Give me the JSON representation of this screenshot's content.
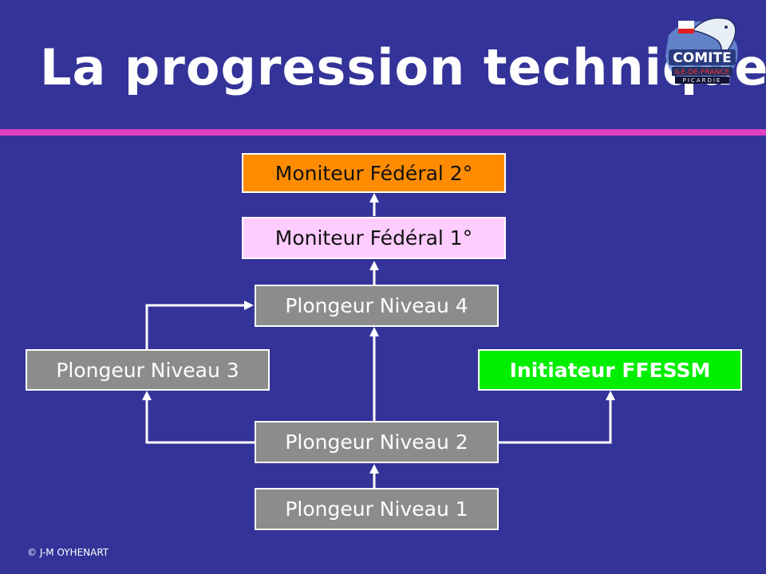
{
  "title": "La progression technique",
  "copyright": "© J-M OYHENART",
  "logo": {
    "icon": "dolphin-logo-icon",
    "text_main": "COMITE",
    "text_region": "ILE-DE-FRANCE",
    "text_sub": "PICARDIE"
  },
  "nodes": {
    "mf2": "Moniteur Fédéral 2°",
    "mf1": "Moniteur Fédéral 1°",
    "n4": "Plongeur Niveau 4",
    "n3": "Plongeur Niveau 3",
    "initiateur": "Initiateur FFESSM",
    "n2": "Plongeur Niveau 2",
    "n1": "Plongeur Niveau 1"
  },
  "colors": {
    "background": "#333399",
    "rule": "#e040c0",
    "grey_box": "#8c8c8c",
    "orange_box": "#ff8c00",
    "pink_box": "#ffccff",
    "green_box": "#00ee00"
  }
}
